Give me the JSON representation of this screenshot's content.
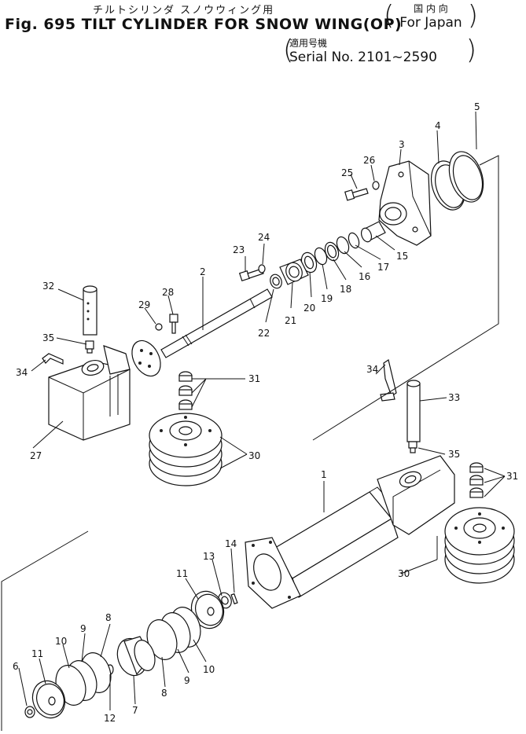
{
  "header": {
    "jp_title": "チルトシリンダ スノウウィング用",
    "title": "Fig. 695 TILT CYLINDER FOR SNOW WING(OP)",
    "destination_jp": "国 内 向",
    "destination": "For Japan",
    "serial_jp": "適用号機",
    "serial": "Serial No. 2101~2590"
  },
  "callouts": {
    "c1": "1",
    "c2": "2",
    "c3": "3",
    "c4": "4",
    "c5": "5",
    "c6": "6",
    "c7": "7",
    "c8a": "8",
    "c8b": "8",
    "c9a": "9",
    "c9b": "9",
    "c10a": "10",
    "c10b": "10",
    "c11a": "11",
    "c11b": "11",
    "c12": "12",
    "c13": "13",
    "c14": "14",
    "c15": "15",
    "c16": "16",
    "c17": "17",
    "c18": "18",
    "c19": "19",
    "c20": "20",
    "c21": "21",
    "c22": "22",
    "c23": "23",
    "c24": "24",
    "c25": "25",
    "c26": "26",
    "c27": "27",
    "c28": "28",
    "c29": "29",
    "c30a": "30",
    "c30b": "30",
    "c31a": "31",
    "c31b": "31",
    "c32": "32",
    "c33": "33",
    "c34a": "34",
    "c34b": "34",
    "c35a": "35",
    "c35b": "35"
  }
}
